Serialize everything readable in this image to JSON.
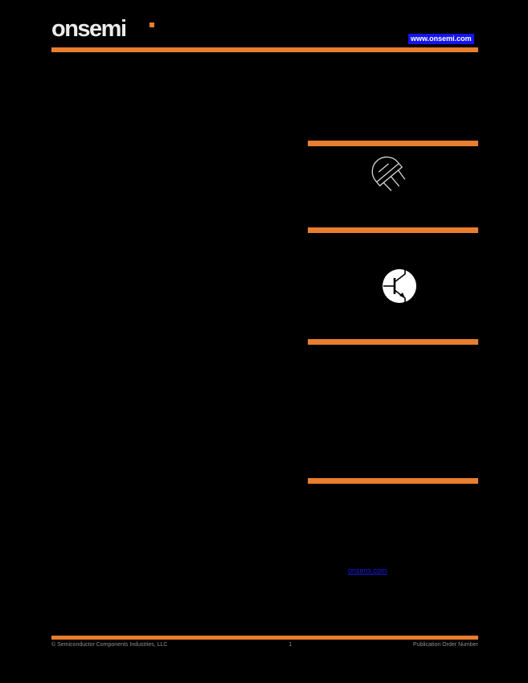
{
  "colors": {
    "background": "#000000",
    "accent_orange": "#E87E2E",
    "link_blue": "#1b1bf0",
    "logo_white": "#ececec"
  },
  "header": {
    "logo_text": "onsemi",
    "website_link": "www.onsemi.com"
  },
  "figures": {
    "package_drawing_name": "to92-package-drawing",
    "transistor_symbol_name": "npn-transistor-symbol"
  },
  "body": {
    "link_label": "onsemi.com"
  },
  "footer": {
    "copyright": "© Semiconductor Components Industries, LLC",
    "page_number": "1",
    "publication": "Publication Order Number"
  }
}
